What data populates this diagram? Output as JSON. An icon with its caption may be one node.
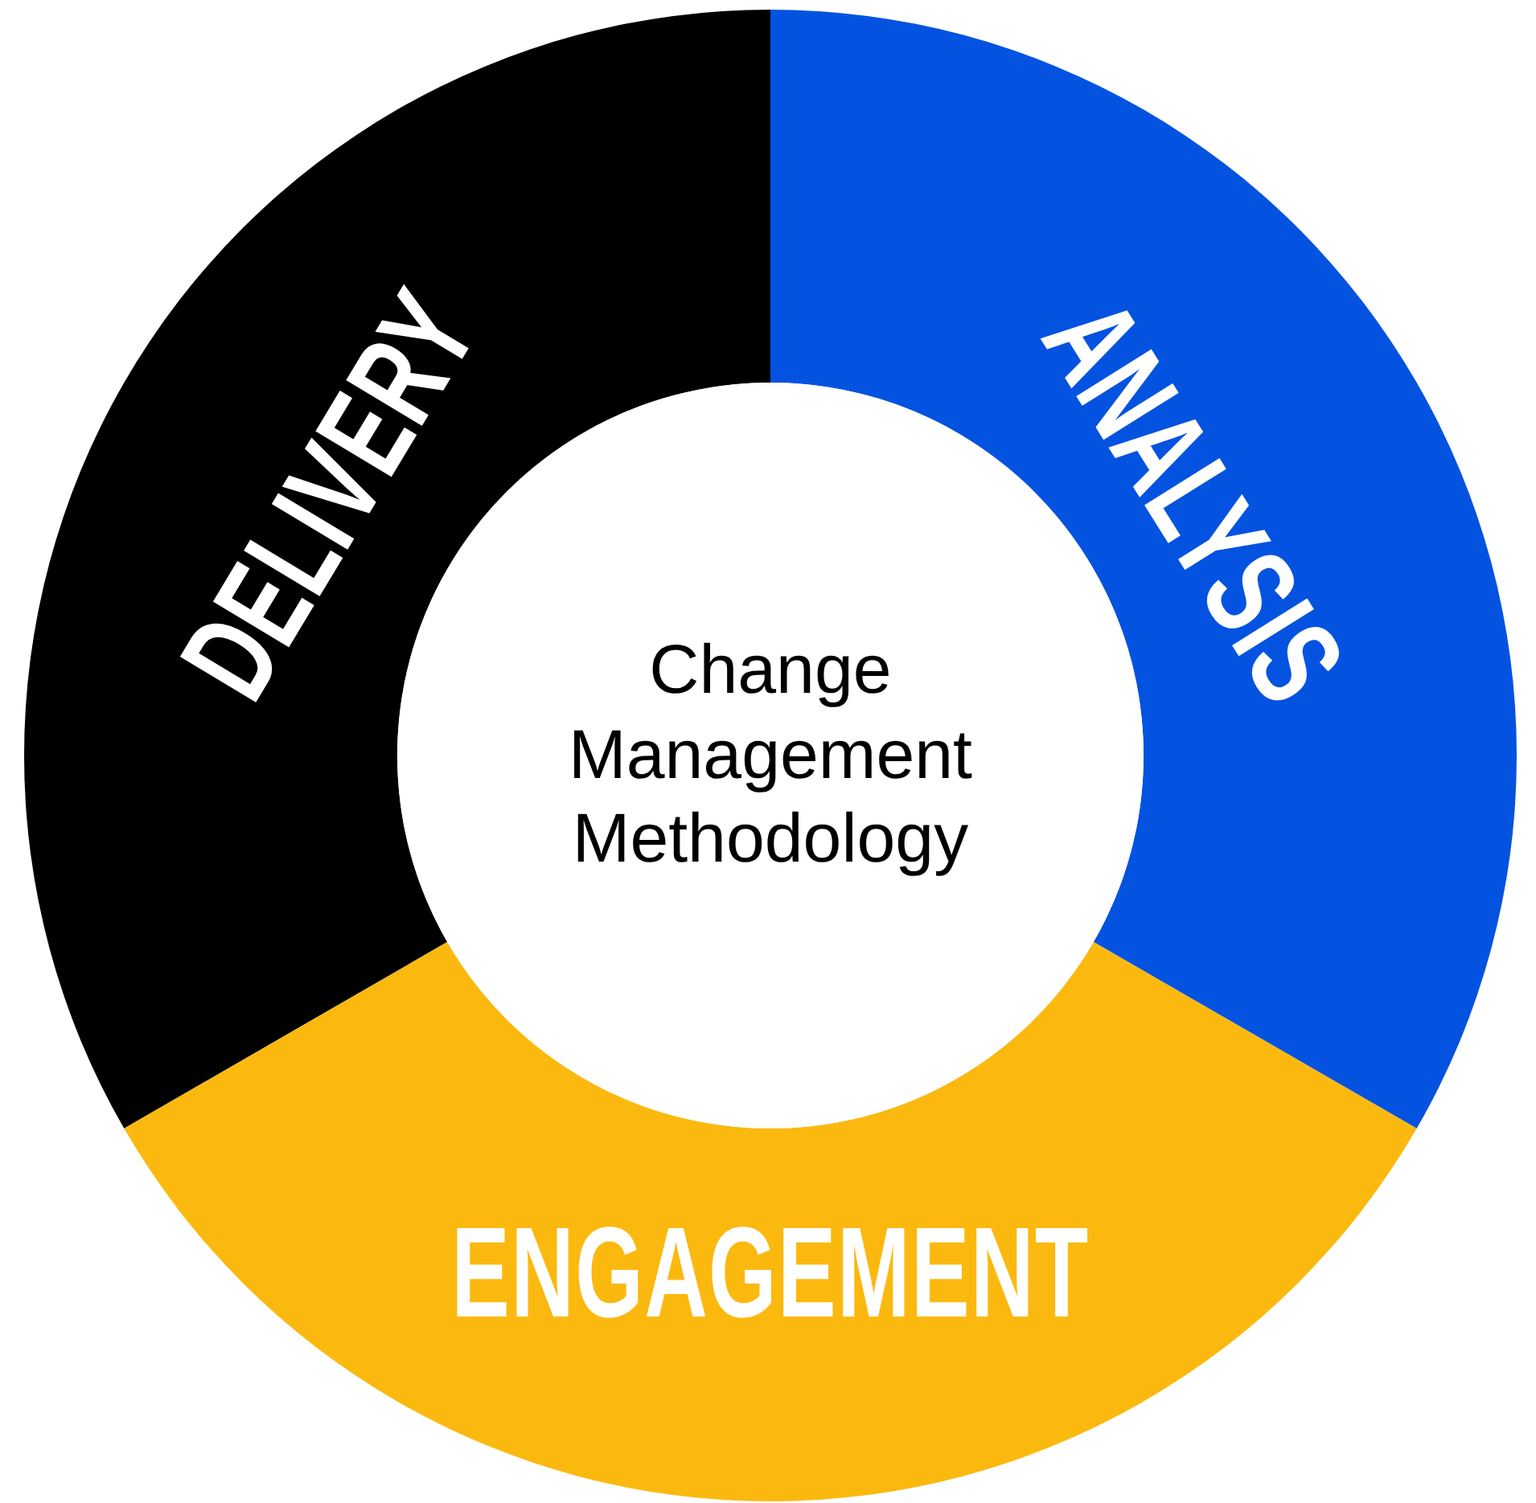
{
  "diagram": {
    "nodes": [
      {
        "text": [
          "DELIVERY"
        ]
      },
      {
        "text": [
          "ANALYSIS"
        ]
      },
      {
        "text": [
          "Change Management Methodology"
        ]
      },
      {
        "text": [
          "ENGAGEMENT"
        ]
      }
    ]
  }
}
